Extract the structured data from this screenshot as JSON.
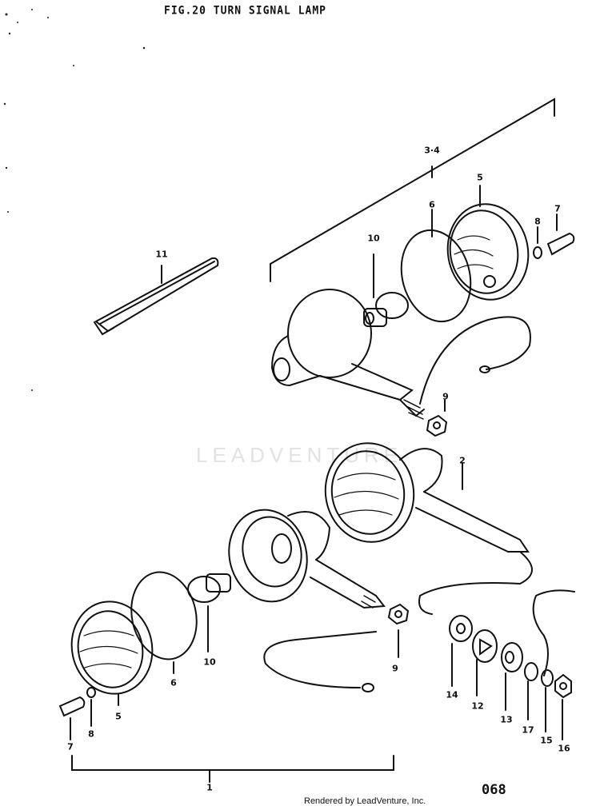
{
  "title": "FIG.20  TURN SIGNAL LAMP",
  "page_number": "068",
  "credit": "Rendered by LeadVenture, Inc.",
  "watermark": "LEADVENTURE",
  "callouts": [
    {
      "id": "c-3-4",
      "text": "3·4"
    },
    {
      "id": "c-5-top",
      "text": "5"
    },
    {
      "id": "c-6-top",
      "text": "6"
    },
    {
      "id": "c-7-top",
      "text": "7"
    },
    {
      "id": "c-8-top",
      "text": "8"
    },
    {
      "id": "c-10-top",
      "text": "10"
    },
    {
      "id": "c-11",
      "text": "11"
    },
    {
      "id": "c-9-top",
      "text": "9"
    },
    {
      "id": "c-2",
      "text": "2"
    },
    {
      "id": "c-9-bottom",
      "text": "9"
    },
    {
      "id": "c-10-bottom",
      "text": "10"
    },
    {
      "id": "c-6-bottom",
      "text": "6"
    },
    {
      "id": "c-5-bottom",
      "text": "5"
    },
    {
      "id": "c-8-bottom",
      "text": "8"
    },
    {
      "id": "c-7-bottom",
      "text": "7"
    },
    {
      "id": "c-14",
      "text": "14"
    },
    {
      "id": "c-12",
      "text": "12"
    },
    {
      "id": "c-13",
      "text": "13"
    },
    {
      "id": "c-17",
      "text": "17"
    },
    {
      "id": "c-15",
      "text": "15"
    },
    {
      "id": "c-16",
      "text": "16"
    },
    {
      "id": "c-1",
      "text": "1"
    }
  ]
}
